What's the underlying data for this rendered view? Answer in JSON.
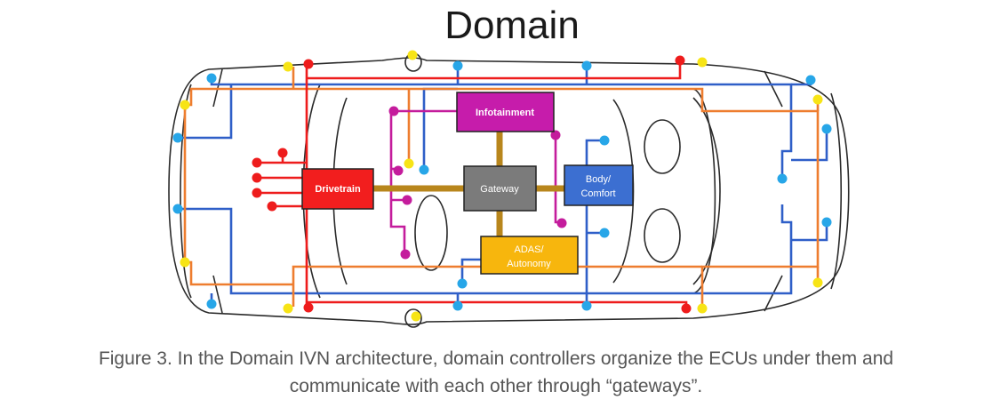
{
  "diagram": {
    "title": "Domain",
    "controllers": {
      "infotainment": "Infotainment",
      "drivetrain": "Drivetrain",
      "gateway": "Gateway",
      "body_comfort_line1": "Body/",
      "body_comfort_line2": "Comfort",
      "adas_line1": "ADAS/",
      "adas_line2": "Autonomy"
    },
    "colors": {
      "infotainment": "#c61cab",
      "drivetrain": "#f21e1e",
      "gateway": "#7b7b7b",
      "body_comfort": "#3c6fd1",
      "adas": "#f7b60d",
      "backbone": "#b8861c",
      "blue_bus": "#2f5fc8",
      "orange_bus": "#ee7d2f",
      "red_bus": "#ee1c1c",
      "magenta_bus": "#c41c9c",
      "yellow_node": "#f7e416",
      "cyan_node": "#27a6e8"
    }
  },
  "caption": {
    "line1": "Figure 3. In the Domain IVN architecture, domain controllers organize the ECUs under them and",
    "line2": "communicate with each other through “gateways”."
  }
}
